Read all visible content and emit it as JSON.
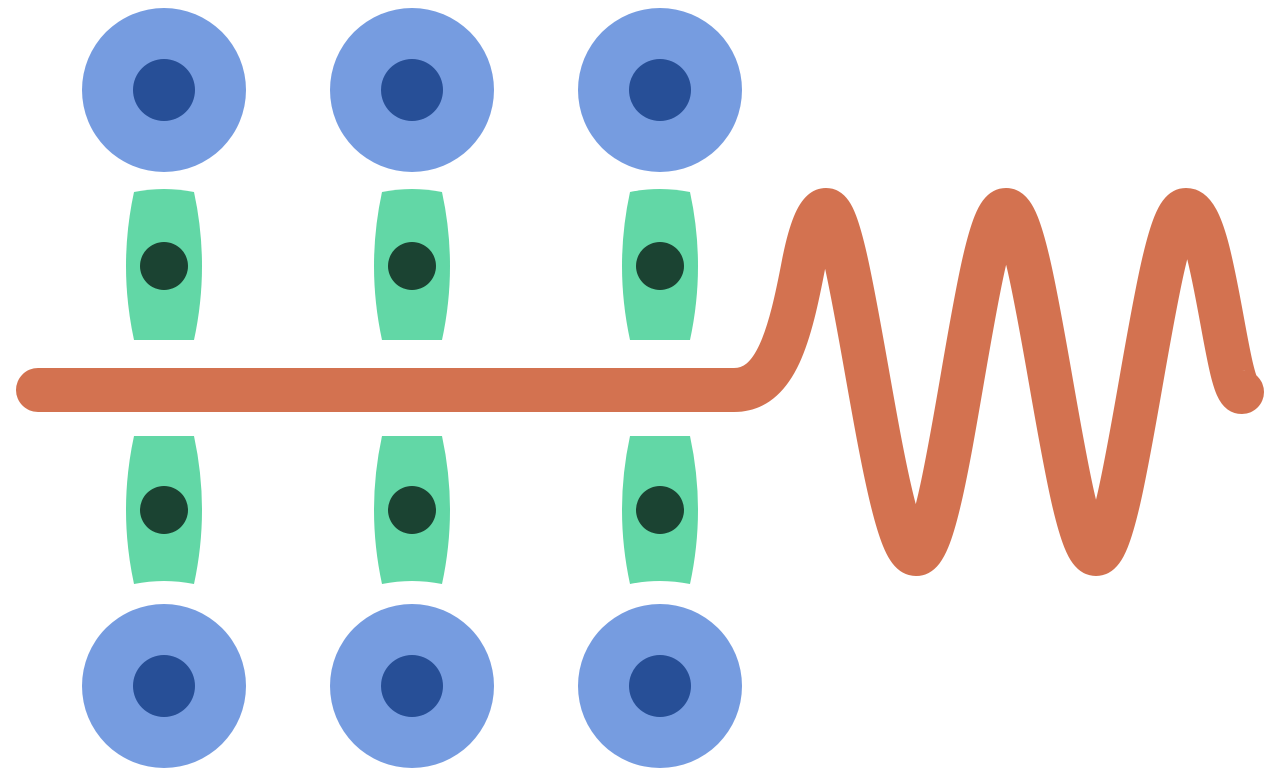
{
  "colors": {
    "background": "#ffffff",
    "outer_cell_fill": "#769ce0",
    "outer_cell_nucleus": "#274f97",
    "inner_cell_fill": "#62d7a6",
    "inner_cell_nucleus": "#1b4332",
    "strand": "#d37250"
  },
  "diagram": {
    "columns": 3,
    "rows": [
      "outer-top",
      "inner-top",
      "inner-bottom",
      "outer-bottom"
    ],
    "wave_peaks": 3,
    "wave_troughs": 2
  }
}
